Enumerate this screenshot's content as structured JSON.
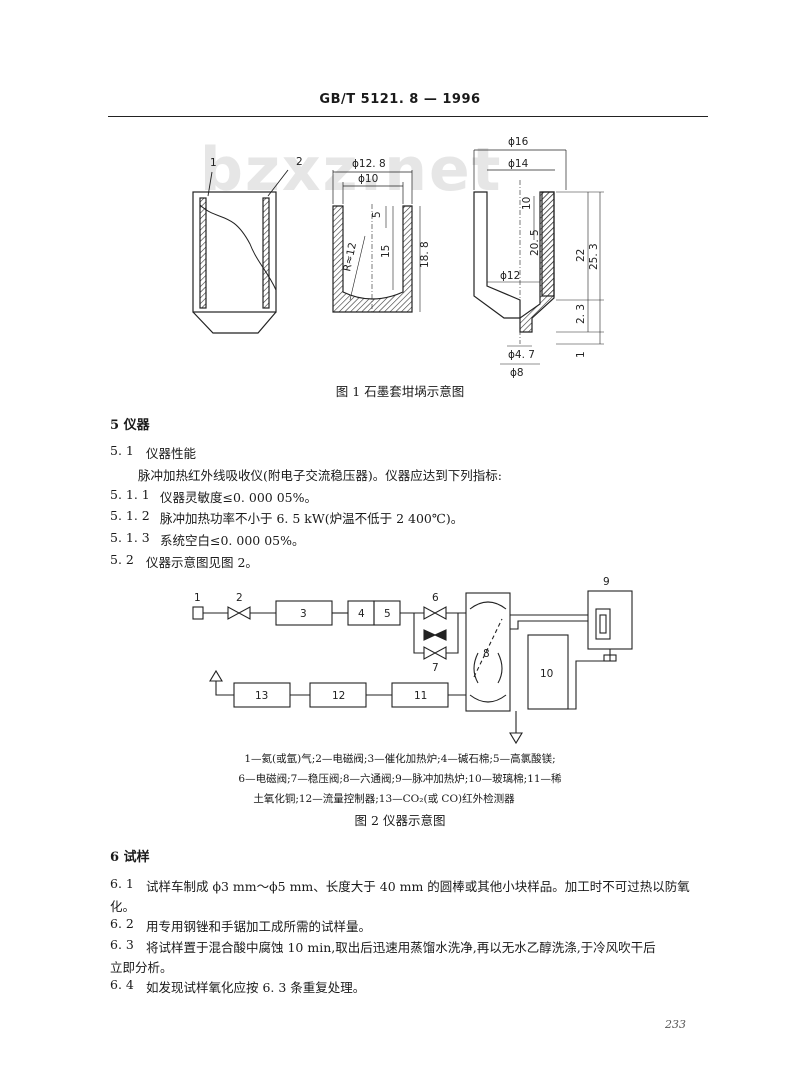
{
  "header": {
    "standard_no": "GB/T  5121. 8 — 1996"
  },
  "watermark": "bzxz.net",
  "figure1": {
    "labels": {
      "part1": "1",
      "part2": "2",
      "d12_8": "ϕ12. 8",
      "d10": "ϕ10",
      "dim5": "5",
      "dim15": "15",
      "radius": "R≈12",
      "dim18_8": "18. 8",
      "d16": "ϕ16",
      "d14": "ϕ14",
      "dim10": "10",
      "dim20_5": "20. 5",
      "dim22": "22",
      "dim25_3": "25. 3",
      "d12": "ϕ12",
      "dim2_3": "2. 3",
      "d4_7": "ϕ4. 7",
      "d8": "ϕ8",
      "dim1": "1"
    },
    "caption": "图 1   石墨套坩埚示意图"
  },
  "section5": {
    "heading": "5   仪器",
    "items": [
      {
        "num": "5. 1",
        "text": "仪器性能"
      },
      {
        "num": "",
        "text": "脉冲加热红外线吸收仪(附电子交流稳压器)。仪器应达到下列指标:"
      },
      {
        "num": "5. 1. 1",
        "text": "仪器灵敏度≤0. 000 05%。"
      },
      {
        "num": "5. 1. 2",
        "text": "脉冲加热功率不小于 6. 5 kW(炉温不低于 2 400℃)。"
      },
      {
        "num": "5. 1. 3",
        "text": "系统空白≤0. 000 05%。"
      },
      {
        "num": "5. 2",
        "text": "仪器示意图见图 2。"
      }
    ]
  },
  "figure2": {
    "labels": {
      "n1": "1",
      "n2": "2",
      "n3": "3",
      "n4": "4",
      "n5": "5",
      "n6": "6",
      "n7": "7",
      "n8": "8",
      "n9": "9",
      "n10": "10",
      "n11": "11",
      "n12": "12",
      "n13": "13"
    },
    "legend": [
      "1—氦(或氩)气;2—电磁阀;3—催化加热炉;4—碱石棉;5—高氯酸镁;",
      "6—电磁阀;7—稳压阀;8—六通阀;9—脉冲加热炉;10—玻璃棉;11—稀",
      "土氧化铜;12—流量控制器;13—CO₂(或 CO)红外检测器"
    ],
    "caption": "图 2   仪器示意图"
  },
  "section6": {
    "heading": "6   试样",
    "items": [
      {
        "num": "6. 1",
        "text": "试样车制成 ϕ3 mm～ϕ5 mm、长度大于 40 mm 的圆棒或其他小块样品。加工时不可过热以防氧",
        "cont": "化。"
      },
      {
        "num": "6. 2",
        "text": "用专用钢锉和手锯加工成所需的试样量。",
        "cont": ""
      },
      {
        "num": "6. 3",
        "text": "将试样置于混合酸中腐蚀 10 min,取出后迅速用蒸馏水洗净,再以无水乙醇洗涤,于冷风吹干后",
        "cont": "立即分析。"
      },
      {
        "num": "6. 4",
        "text": "如发现试样氧化应按 6. 3 条重复处理。",
        "cont": ""
      }
    ]
  },
  "page_number": "233"
}
